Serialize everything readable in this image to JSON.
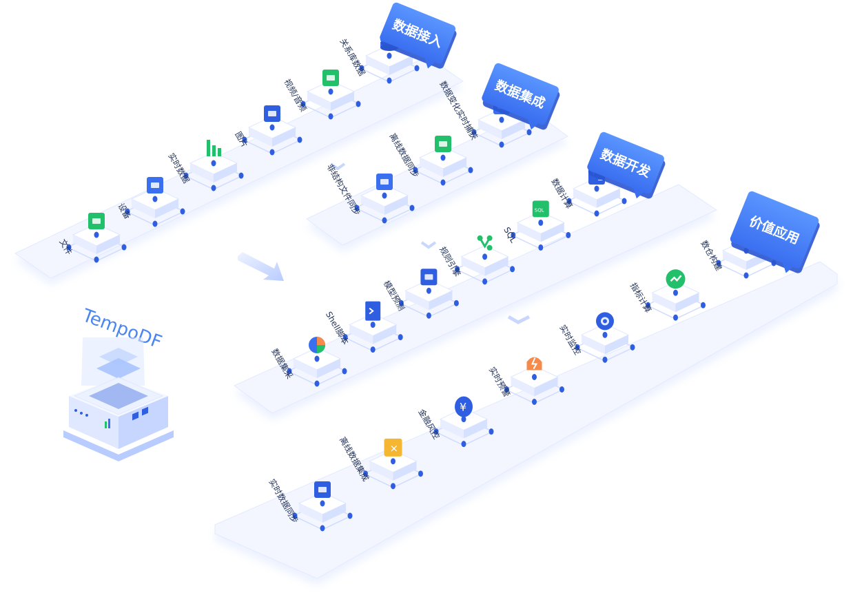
{
  "brand": {
    "name": "TempoDF"
  },
  "stages": [
    {
      "tag": "数据接入",
      "items": [
        {
          "label": "文件",
          "icon": "folder-icon",
          "color": "#22c06a"
        },
        {
          "label": "设备",
          "icon": "server-icon",
          "color": "#3a6ff0"
        },
        {
          "label": "实时数据",
          "icon": "bar-chart-icon",
          "color": "#22c06a"
        },
        {
          "label": "图片",
          "icon": "image-icon",
          "color": "#2f5fe0"
        },
        {
          "label": "视频/音频",
          "icon": "video-icon",
          "color": "#22c06a"
        },
        {
          "label": "关系库数据",
          "icon": "database-icon",
          "color": "#3a6ff0"
        }
      ]
    },
    {
      "tag": "数据集成",
      "items": [
        {
          "label": "非结构文件同步",
          "icon": "file-sync-icon",
          "color": "#3a6ff0"
        },
        {
          "label": "离线数据同步",
          "icon": "offline-sync-icon",
          "color": "#22c06a"
        },
        {
          "label": "数据变化实时捕获",
          "icon": "monitor-icon",
          "color": "#3a6ff0"
        }
      ]
    },
    {
      "tag": "数据开发",
      "items": [
        {
          "label": "数据集采",
          "icon": "pie-chart-icon",
          "color": "#3a6ff0"
        },
        {
          "label": "Shell脚本",
          "icon": "terminal-icon",
          "color": "#2f5fe0"
        },
        {
          "label": "模型预测",
          "icon": "model-icon",
          "color": "#2f5fe0"
        },
        {
          "label": "规则引擎",
          "icon": "rule-engine-icon",
          "color": "#22c06a"
        },
        {
          "label": "SQL",
          "icon": "sql-icon",
          "color": "#22c06a"
        },
        {
          "label": "数据计算",
          "icon": "calculator-icon",
          "color": "#2f5fe0"
        }
      ]
    },
    {
      "tag": "价值应用",
      "items": [
        {
          "label": "实时数据同步",
          "icon": "sync-folder-icon",
          "color": "#2f5fe0"
        },
        {
          "label": "离线数据集成",
          "icon": "offline-integration-icon",
          "color": "#f5b731"
        },
        {
          "label": "金融风控",
          "icon": "finance-icon",
          "color": "#2f5fe0"
        },
        {
          "label": "实时预警",
          "icon": "alarm-icon",
          "color": "#f58a4a"
        },
        {
          "label": "实时监控",
          "icon": "camera-icon",
          "color": "#2f5fe0"
        },
        {
          "label": "指标计算",
          "icon": "trend-icon",
          "color": "#22c06a"
        },
        {
          "label": "数仓构建",
          "icon": "warehouse-icon",
          "color": "#2f5fe0"
        }
      ]
    }
  ],
  "colors": {
    "accent": "#3f7ff0",
    "panel": "#f3f6ff",
    "tile": "#e8eeff",
    "text": "#24345a"
  }
}
